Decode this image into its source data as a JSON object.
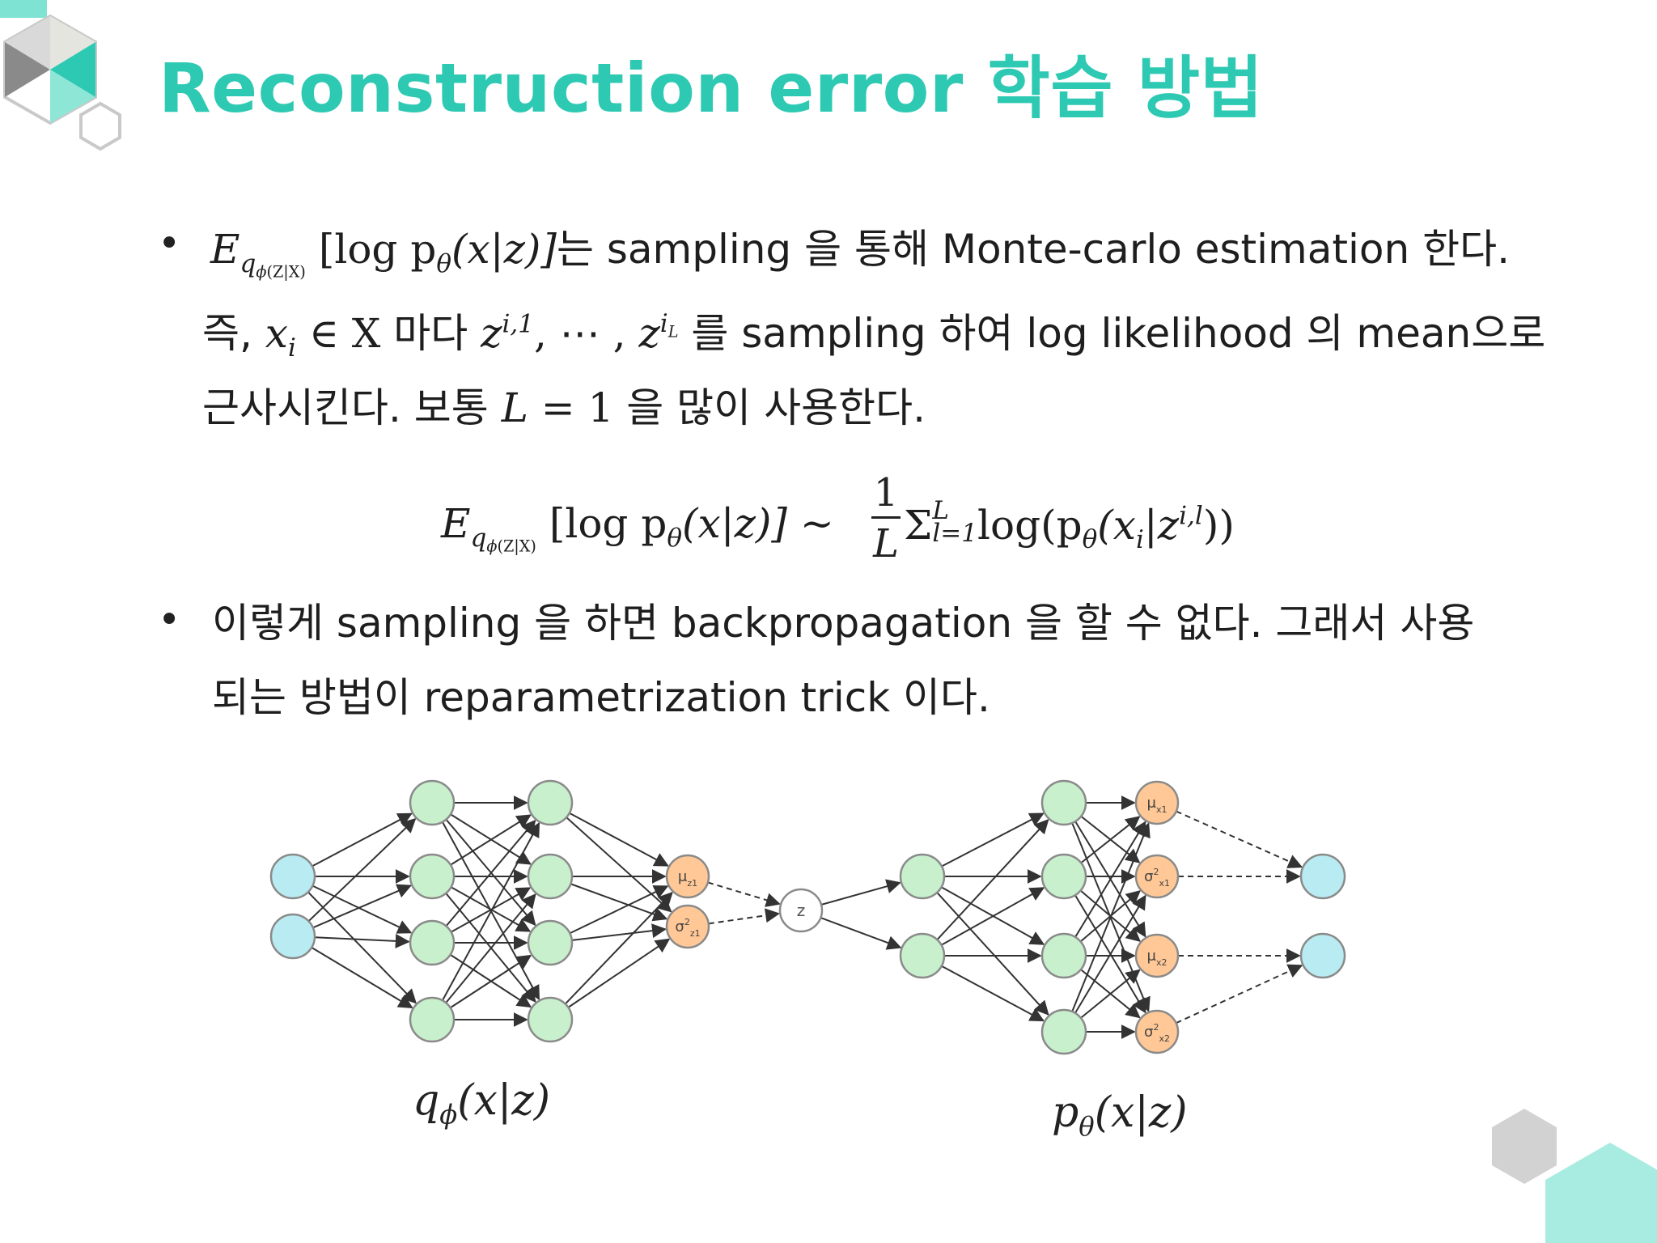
{
  "title": "Reconstruction error 학습 방법",
  "bullet_char": "•",
  "bullet1": {
    "line1": {
      "E": "E",
      "sub_q": "q",
      "sub_phi": "ϕ",
      "sub_args": "(Z|X)",
      "bracket_expr": "[log p",
      "theta": "θ",
      "arg": "(x|z)]",
      "korean": "는 sampling 을 통해 Monte-carlo estimation 한다."
    },
    "line2": {
      "prefix": "즉, ",
      "x": "x",
      "i": "i",
      "in_X": " ∈ X ",
      "mada": "마다 ",
      "z1": "z",
      "z1_sup": "i,1",
      "dots": ", ⋯ , ",
      "z2": "z",
      "z2_sup": "i",
      "z2_sup_sub": "L",
      "rest": " 를 sampling 하여 log likelihood 의 mean으로"
    },
    "line3": {
      "prefix": "근사시킨다. 보통 ",
      "L": "L",
      "eq": " = 1",
      "rest": " 을 많이 사용한다."
    }
  },
  "equation": {
    "E": "E",
    "sub": "q",
    "sub_phi": "ϕ",
    "sub_args": "(Z|X)",
    "bracket": "[log p",
    "theta": "θ",
    "arg": "(x|z)] ~",
    "frac_num": "1",
    "frac_den": "L",
    "sigma": "Σ",
    "sigma_sup": "L",
    "sigma_sub": "l=1",
    "log_part": "log(p",
    "theta2": "θ",
    "inner_open": "(x",
    "inner_i": "i",
    "inner_bar": "|z",
    "inner_sup": "i,l",
    "close": "))"
  },
  "bullet2": {
    "line1": "이렇게 sampling 을 하면 backpropagation 을 할 수 없다. 그래서 사용",
    "line2": "되는 방법이 reparametrization trick 이다."
  },
  "diagram": {
    "z_label": "z",
    "enc_out": [
      {
        "base": "μ",
        "sup": "",
        "sub": "z1"
      },
      {
        "base": "σ",
        "sup": "2",
        "sub": "z1"
      }
    ],
    "dec_out": [
      {
        "base": "μ",
        "sup": "",
        "sub": "x1"
      },
      {
        "base": "σ",
        "sup": "2",
        "sub": "x1"
      },
      {
        "base": "μ",
        "sup": "",
        "sub": "x2"
      },
      {
        "base": "σ",
        "sup": "2",
        "sub": "x2"
      }
    ],
    "colors": {
      "input": "#b9ecf2",
      "hidden": "#c8f0cd",
      "param": "#ffc896",
      "edge": "#333333",
      "stroke": "#8a8a8a"
    }
  },
  "captions": {
    "left_base": "q",
    "left_sub": "ϕ",
    "left_arg": "(x|z)",
    "right_base": "p",
    "right_sub": "θ",
    "right_arg": "(x|z)"
  },
  "colors": {
    "accent": "#2ec9b3",
    "hex_gray": "#c9c9c9",
    "hex_teal": "#7fe3d3"
  }
}
